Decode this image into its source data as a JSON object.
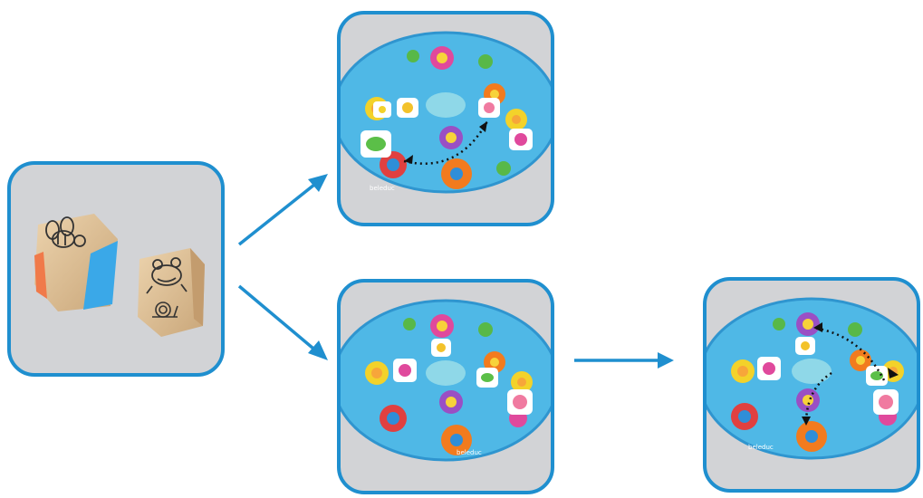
{
  "colors": {
    "frame": "#1f8fcf",
    "arrow": "#1f8fcf",
    "panel_bg": "#d2d3d6",
    "pond": "#4fb8e6",
    "pond_edge": "#2f95cf",
    "die_wood": "#e3c49b",
    "die_blue": "#3aa8e8",
    "die_orange": "#f07a4a"
  },
  "panels": [
    {
      "id": "dice",
      "icons": [
        "bee-icon",
        "frog-icon",
        "snail-icon"
      ]
    },
    {
      "id": "move-two",
      "icons": [
        "frog-icon",
        "bee-icon",
        "butterfly-icon",
        "snail-icon",
        "dragonfly-icon"
      ]
    },
    {
      "id": "board-start",
      "icons": [
        "frog-icon",
        "bee-icon",
        "butterfly-icon",
        "snail-icon"
      ]
    },
    {
      "id": "move-three",
      "icons": [
        "frog-icon",
        "bee-icon",
        "butterfly-icon",
        "snail-icon"
      ]
    }
  ],
  "board_brand": "beleduc"
}
